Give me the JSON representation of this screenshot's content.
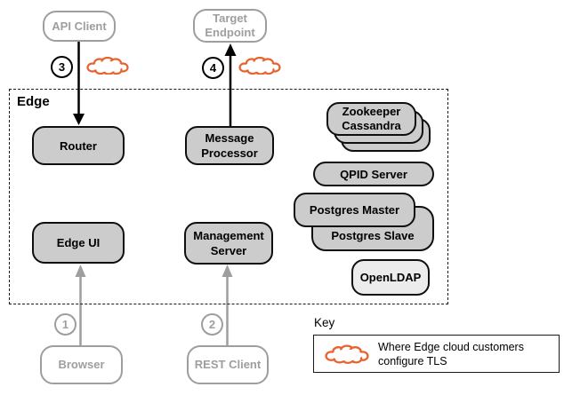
{
  "colors": {
    "tls_cloud_orange": "#E8622C",
    "node_fill": "#CCCCCC",
    "node_border": "#0F0F0F",
    "external_gray": "#9E9E9E",
    "openldap_fill": "#ECECEC"
  },
  "edge_zone": {
    "label": "Edge"
  },
  "nodes": {
    "api_client": "API Client",
    "target_endpoint": [
      "Target",
      "Endpoint"
    ],
    "router": "Router",
    "message_processor": [
      "Message",
      "Processor"
    ],
    "edge_ui": "Edge UI",
    "management_server": [
      "Management",
      "Server"
    ],
    "zookeeper": "Zookeeper",
    "cassandra": "Cassandra",
    "qpid_server": "QPID Server",
    "postgres_master": "Postgres Master",
    "postgres_slave": "Postgres Slave",
    "openldap": "OpenLDAP",
    "browser": "Browser",
    "rest_client": "REST Client"
  },
  "flow_markers": {
    "browser_to_edge_ui": "1",
    "rest_client_to_management_server": "2",
    "api_client_to_router": "3",
    "message_processor_to_target_endpoint": "4"
  },
  "key": {
    "title": "Key",
    "cloud_meaning_line1": "Where Edge cloud customers",
    "cloud_meaning_line2": "configure TLS"
  }
}
